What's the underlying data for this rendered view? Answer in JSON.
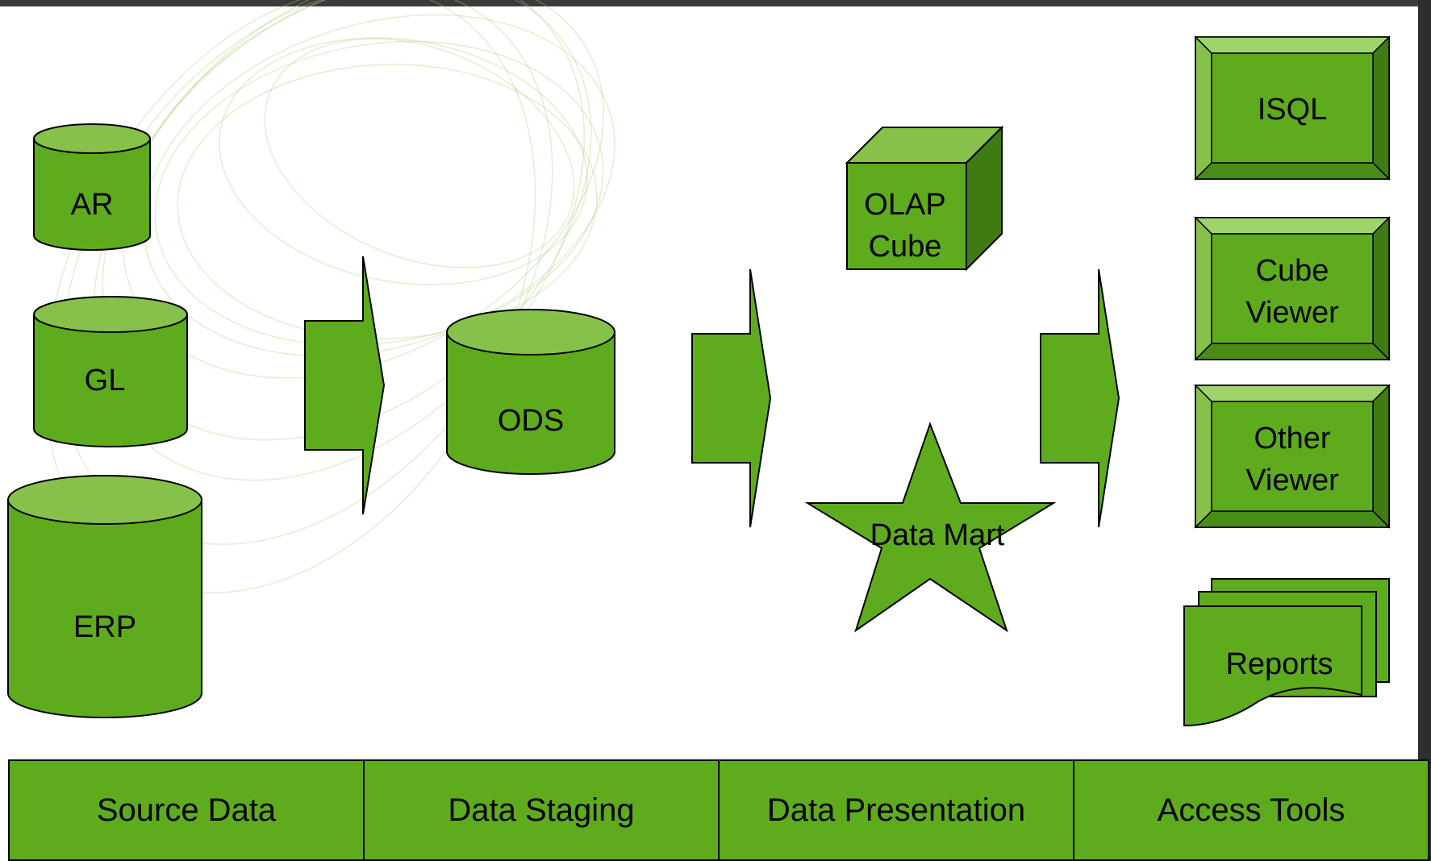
{
  "colors": {
    "fill": "#5fab1e",
    "fill_light": "#86c24a",
    "fill_dark": "#3f7a12",
    "bevel_light": "#9fd46a",
    "outline": "#000000",
    "swirl": "#a9d27a"
  },
  "sources": [
    {
      "label": "AR"
    },
    {
      "label": "GL"
    },
    {
      "label": "ERP"
    }
  ],
  "staging": {
    "label": "ODS"
  },
  "presentation": {
    "cube": {
      "label_line1": "OLAP",
      "label_line2": "Cube"
    },
    "star": {
      "label": "Data Mart"
    }
  },
  "tools": {
    "isql": {
      "label": "ISQL"
    },
    "cube_viewer": {
      "label_line1": "Cube",
      "label_line2": "Viewer"
    },
    "other_viewer": {
      "label_line1": "Other",
      "label_line2": "Viewer"
    },
    "reports": {
      "label": "Reports"
    }
  },
  "layers": [
    {
      "label": "Source Data"
    },
    {
      "label": "Data Staging"
    },
    {
      "label": "Data Presentation"
    },
    {
      "label": "Access Tools"
    }
  ]
}
